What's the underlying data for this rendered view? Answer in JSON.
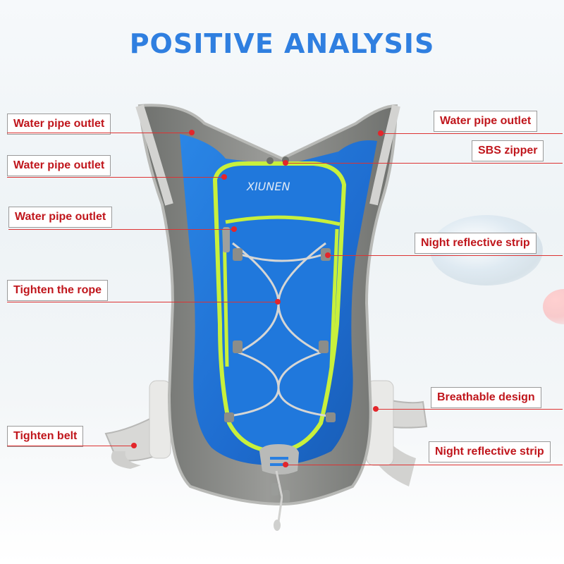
{
  "header": {
    "title": "POSITIVE ANALYSIS"
  },
  "product": {
    "brand_mark": "XIUNEN"
  },
  "callouts": {
    "left": [
      "Water pipe outlet",
      "Water pipe outlet",
      "Water pipe outlet",
      "Tighten the rope",
      "Tighten belt"
    ],
    "right": [
      "Water pipe outlet",
      "SBS zipper",
      "Night reflective strip",
      "Breathable design",
      "Night reflective strip"
    ]
  },
  "colors": {
    "title": "#2f7fe0",
    "callout_text": "#c0161c",
    "pointer": "#e3262b",
    "pack_blue": "#1f6fd1",
    "reflective_green": "#c8f03c",
    "frame_grey": "#8e8f8c"
  }
}
